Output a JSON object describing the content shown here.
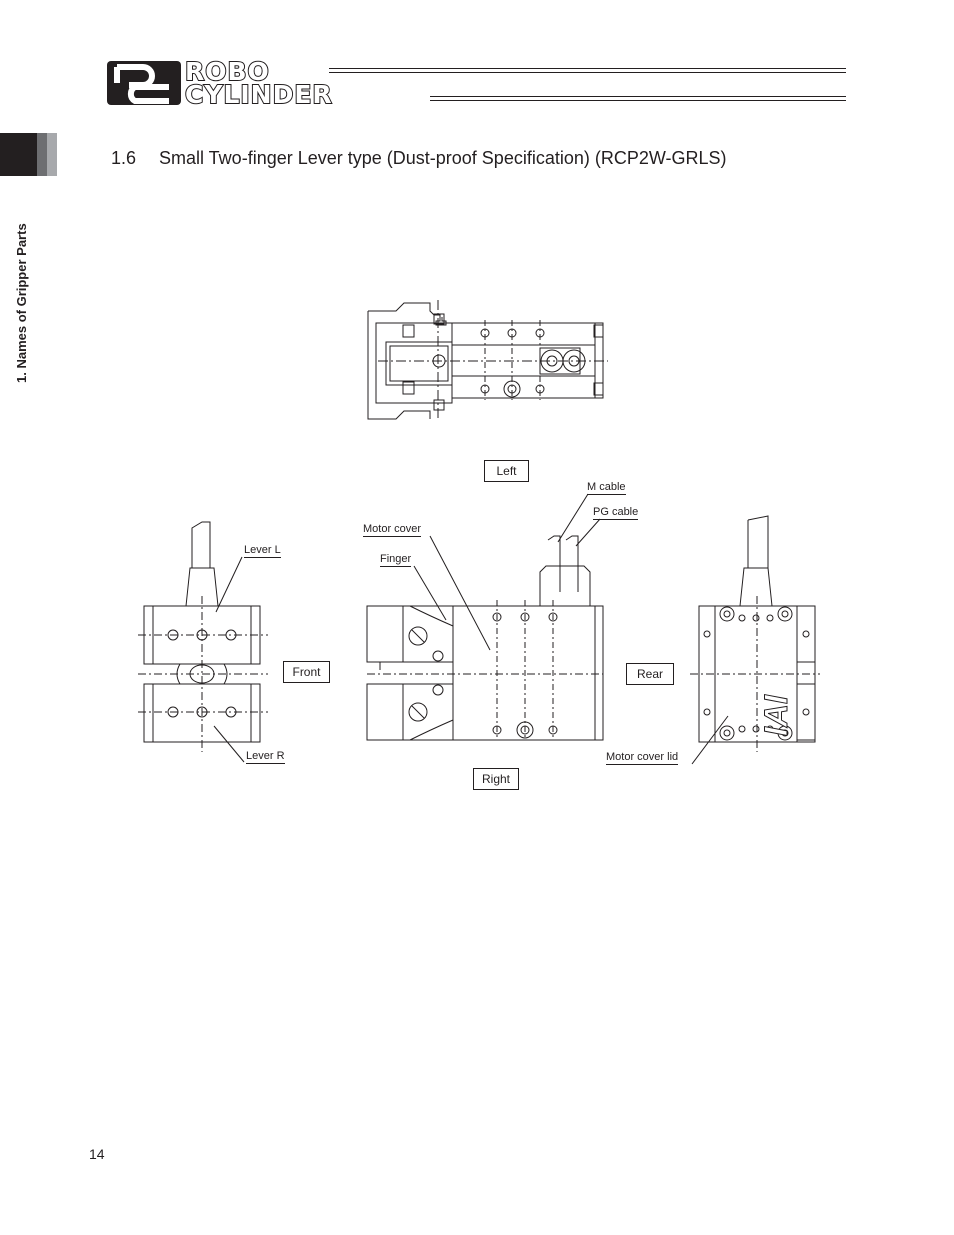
{
  "header": {
    "logo_mark_letters": "RC",
    "logo_line_1": "ROBO",
    "logo_line_2": "CYLINDER"
  },
  "side_tab": {
    "label": "1. Names of Gripper Parts"
  },
  "section": {
    "number": "1.6",
    "title": "Small Two-finger Lever type (Dust-proof Specification) (RCP2W-GRLS)"
  },
  "views": {
    "left": "Left",
    "front": "Front",
    "rear": "Rear",
    "right": "Right"
  },
  "callouts": {
    "m_cable": "M cable",
    "pg_cable": "PG cable",
    "motor_cover": "Motor cover",
    "finger": "Finger",
    "lever_l": "Lever L",
    "lever_r": "Lever R",
    "motor_cover_lid": "Motor cover lid"
  },
  "rear_logo_text": "IAI",
  "page_number": "14"
}
